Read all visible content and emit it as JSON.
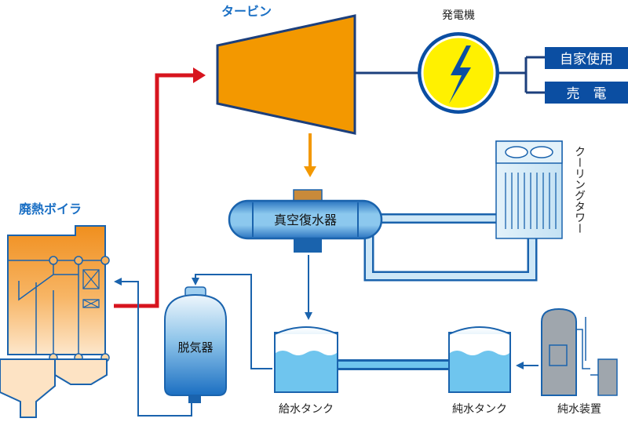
{
  "labels": {
    "turbine": "タービン",
    "generator": "発電機",
    "self_use": "自家使用",
    "power_sale": "売　電",
    "condenser": "真空復水器",
    "cooling_tower": "クーリングタワー",
    "boiler": "廃熱ボイラ",
    "deaerator": "脱気器",
    "feed_tank": "給水タンク",
    "pure_tank": "純水タンク",
    "pure_device": "純水装置"
  },
  "colors": {
    "turbine": "#f39800",
    "turbine_outline": "#1c3f7c",
    "label_blue": "#1a6fc4",
    "pipe_blue": "#1a63ad",
    "pipe_light": "#cde7f7",
    "steam_red": "#d7141e",
    "arrow_orange": "#f39800",
    "generator_yellow": "#fff100",
    "navy_box": "#0b4ea2",
    "water": "#6fc5ee",
    "boiler_orange": "#f39f3a",
    "device_gray": "#9fa6ad",
    "cooling_tower_fill": "#d6ecf7"
  },
  "icons": {
    "generator": "lightning-bolt-icon",
    "cooling_fan": "fan-icon"
  }
}
